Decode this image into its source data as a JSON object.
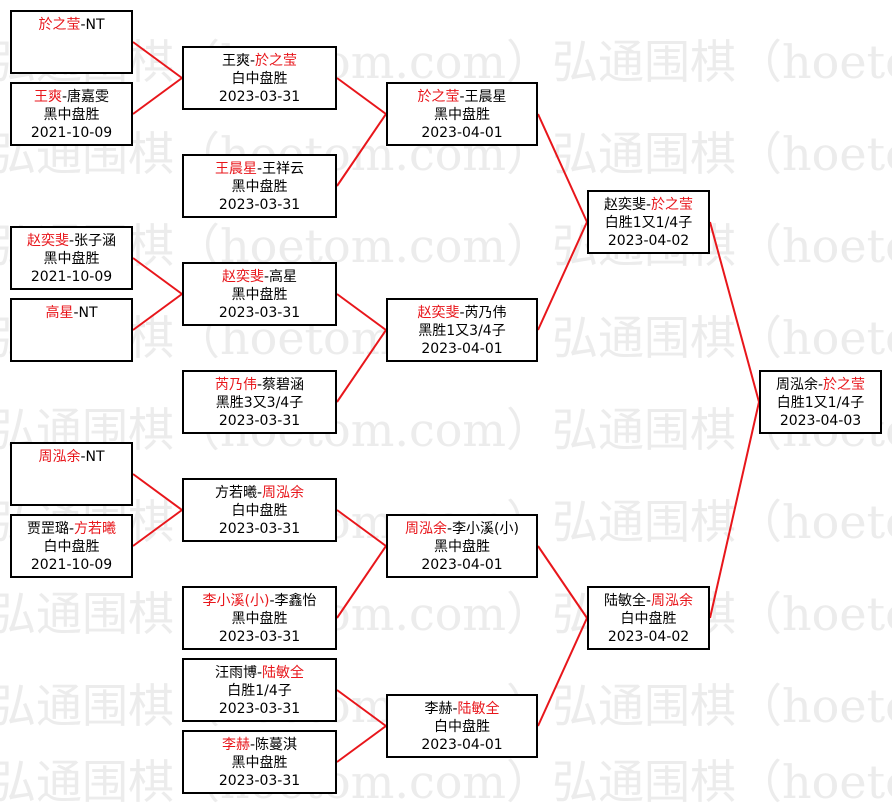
{
  "watermark": "弘通围棋（hoetom.com）弘通围棋（hoetom.com）弘通围棋",
  "colors": {
    "winner": "#e8161b",
    "line": "#e8161b",
    "border": "#000000"
  },
  "r1": [
    {
      "p1": "於之莹",
      "sep": "-",
      "p2": "NT",
      "winner": "p1",
      "result": "",
      "date": ""
    },
    {
      "p1": "王爽",
      "sep": "-",
      "p2": "唐嘉雯",
      "winner": "p1",
      "result": "黑中盘胜",
      "date": "2021-10-09"
    },
    {
      "p1": "赵奕斐",
      "sep": "-",
      "p2": "张子涵",
      "winner": "p1",
      "result": "黑中盘胜",
      "date": "2021-10-09"
    },
    {
      "p1": "高星",
      "sep": "-",
      "p2": "NT",
      "winner": "p1",
      "result": "",
      "date": ""
    },
    {
      "p1": "周泓余",
      "sep": "-",
      "p2": "NT",
      "winner": "p1",
      "result": "",
      "date": ""
    },
    {
      "p1": "贾罡璐",
      "sep": "-",
      "p2": "方若曦",
      "winner": "p2",
      "result": "白中盘胜",
      "date": "2021-10-09"
    }
  ],
  "r2": [
    {
      "p1": "王爽",
      "sep": "-",
      "p2": "於之莹",
      "winner": "p2",
      "result": "白中盘胜",
      "date": "2023-03-31"
    },
    {
      "p1": "王晨星",
      "sep": "-",
      "p2": "王祥云",
      "winner": "p1",
      "result": "黑中盘胜",
      "date": "2023-03-31"
    },
    {
      "p1": "赵奕斐",
      "sep": "-",
      "p2": "高星",
      "winner": "p1",
      "result": "黑中盘胜",
      "date": "2023-03-31"
    },
    {
      "p1": "芮乃伟",
      "sep": "-",
      "p2": "蔡碧涵",
      "winner": "p1",
      "result": "黑胜3又3/4子",
      "date": "2023-03-31"
    },
    {
      "p1": "方若曦",
      "sep": "-",
      "p2": "周泓余",
      "winner": "p2",
      "result": "白中盘胜",
      "date": "2023-03-31"
    },
    {
      "p1": "李小溪(小)",
      "sep": "-",
      "p2": "李鑫怡",
      "winner": "p1",
      "result": "黑中盘胜",
      "date": "2023-03-31"
    },
    {
      "p1": "汪雨博",
      "sep": "-",
      "p2": "陆敏全",
      "winner": "p2",
      "result": "白胜1/4子",
      "date": "2023-03-31"
    },
    {
      "p1": "李赫",
      "sep": "-",
      "p2": "陈蔓淇",
      "winner": "p1",
      "result": "黑中盘胜",
      "date": "2023-03-31"
    }
  ],
  "r3": [
    {
      "p1": "於之莹",
      "sep": "-",
      "p2": "王晨星",
      "winner": "p1",
      "result": "黑中盘胜",
      "date": "2023-04-01"
    },
    {
      "p1": "赵奕斐",
      "sep": "-",
      "p2": "芮乃伟",
      "winner": "p1",
      "result": "黑胜1又3/4子",
      "date": "2023-04-01"
    },
    {
      "p1": "周泓余",
      "sep": "-",
      "p2": "李小溪(小)",
      "winner": "p1",
      "result": "黑中盘胜",
      "date": "2023-04-01"
    },
    {
      "p1": "李赫",
      "sep": "-",
      "p2": "陆敏全",
      "winner": "p2",
      "result": "白中盘胜",
      "date": "2023-04-01"
    }
  ],
  "r4": [
    {
      "p1": "赵奕斐",
      "sep": "-",
      "p2": "於之莹",
      "winner": "p2",
      "result": "白胜1又1/4子",
      "date": "2023-04-02"
    },
    {
      "p1": "陆敏全",
      "sep": "-",
      "p2": "周泓余",
      "winner": "p2",
      "result": "白中盘胜",
      "date": "2023-04-02"
    }
  ],
  "final": [
    {
      "p1": "周泓余",
      "sep": "-",
      "p2": "於之莹",
      "winner": "p2",
      "result": "白胜1又1/4子",
      "date": "2023-04-03"
    }
  ]
}
